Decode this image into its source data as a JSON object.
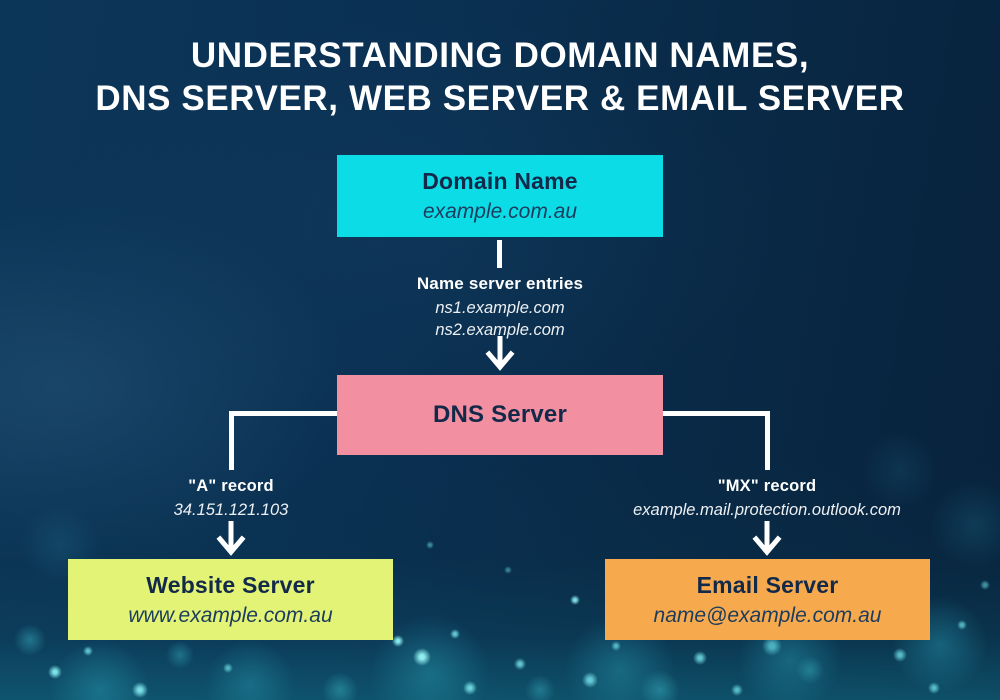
{
  "title": {
    "line1": "UNDERSTANDING DOMAIN NAMES,",
    "line2": "DNS SERVER, WEB SERVER & EMAIL SERVER"
  },
  "nodes": {
    "domain": {
      "label": "Domain Name",
      "value": "example.com.au",
      "color": "#0cdce6"
    },
    "dns": {
      "label": "DNS Server",
      "color": "#f28fa0"
    },
    "website": {
      "label": "Website Server",
      "value": "www.example.com.au",
      "color": "#e2f376"
    },
    "email": {
      "label": "Email Server",
      "value": "name@example.com.au",
      "color": "#f7aa4d"
    }
  },
  "edges": {
    "domain_to_dns": {
      "label": "Name server entries",
      "entries": [
        "ns1.example.com",
        "ns2.example.com"
      ]
    },
    "dns_to_website": {
      "label": "\"A\" record",
      "value": "34.151.121.103"
    },
    "dns_to_email": {
      "label": "\"MX\" record",
      "value": "example.mail.protection.outlook.com"
    }
  },
  "colors": {
    "background_top": "#0b3254",
    "background_bottom": "#08223c",
    "bokeh_accent": "#35c8d6",
    "text_dark": "#132949",
    "text_light": "#ffffff",
    "connector": "#ffffff"
  }
}
